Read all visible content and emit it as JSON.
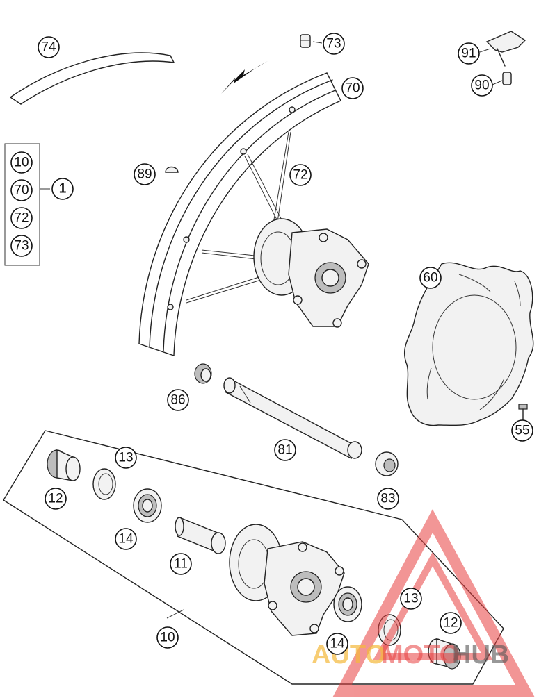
{
  "callouts": {
    "c74": "74",
    "c73": "73",
    "c91": "91",
    "c90": "90",
    "c70": "70",
    "c89": "89",
    "c72": "72",
    "c60": "60",
    "c86": "86",
    "c55": "55",
    "c81": "81",
    "c13a": "13",
    "c12a": "12",
    "c83": "83",
    "c14a": "14",
    "c11": "11",
    "c13b": "13",
    "c12b": "12",
    "c14b": "14",
    "c10": "10"
  },
  "kit": {
    "label": "1",
    "items": [
      "10",
      "70",
      "72",
      "73"
    ]
  },
  "watermark": {
    "part1": "AUTO",
    "part2": "MOTO",
    "part3": "HUB",
    "colors": {
      "triangle": "#e84040",
      "auto": "#f5b93a",
      "moto": "#e84040",
      "hub": "#555555"
    }
  }
}
